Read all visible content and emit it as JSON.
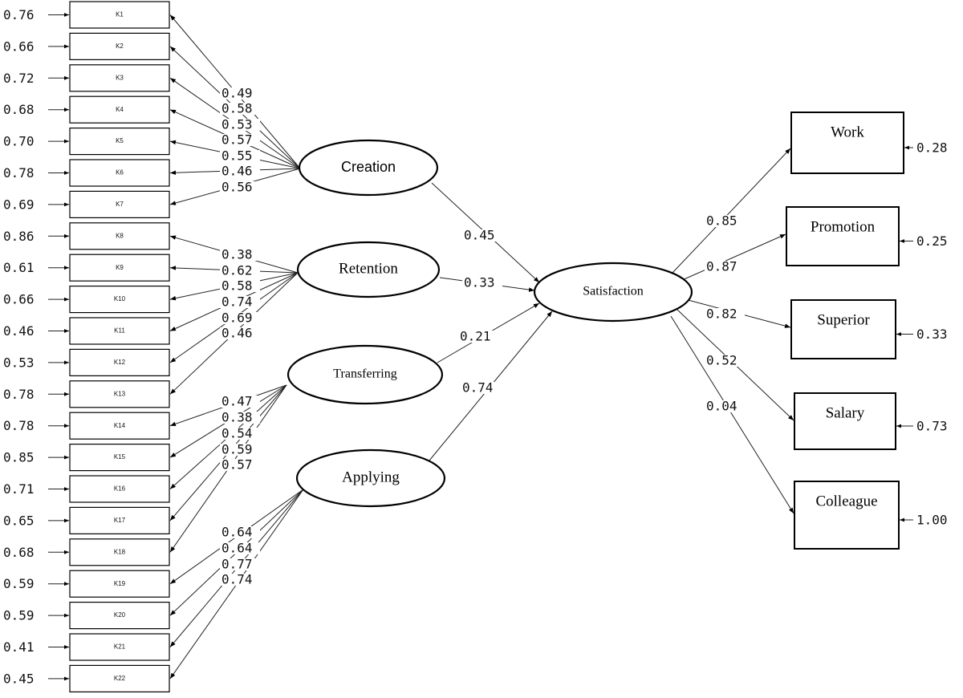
{
  "indicators": [
    {
      "label": "K1",
      "error": "0.76",
      "loading": "0.49",
      "factor": "creation"
    },
    {
      "label": "K2",
      "error": "0.66",
      "loading": "0.58",
      "factor": "creation"
    },
    {
      "label": "K3",
      "error": "0.72",
      "loading": "0.53",
      "factor": "creation"
    },
    {
      "label": "K4",
      "error": "0.68",
      "loading": "0.57",
      "factor": "creation"
    },
    {
      "label": "K5",
      "error": "0.70",
      "loading": "0.55",
      "factor": "creation"
    },
    {
      "label": "K6",
      "error": "0.78",
      "loading": "0.46",
      "factor": "creation"
    },
    {
      "label": "K7",
      "error": "0.69",
      "loading": "0.56",
      "factor": "creation"
    },
    {
      "label": "K8",
      "error": "0.86",
      "loading": "0.38",
      "factor": "retention"
    },
    {
      "label": "K9",
      "error": "0.61",
      "loading": "0.62",
      "factor": "retention"
    },
    {
      "label": "K10",
      "error": "0.66",
      "loading": "0.58",
      "factor": "retention"
    },
    {
      "label": "K11",
      "error": "0.46",
      "loading": "0.74",
      "factor": "retention"
    },
    {
      "label": "K12",
      "error": "0.53",
      "loading": "0.69",
      "factor": "retention"
    },
    {
      "label": "K13",
      "error": "0.78",
      "loading": "0.46",
      "factor": "retention"
    },
    {
      "label": "K14",
      "error": "0.78",
      "loading": "0.47",
      "factor": "transferring"
    },
    {
      "label": "K15",
      "error": "0.85",
      "loading": "0.38",
      "factor": "transferring"
    },
    {
      "label": "K16",
      "error": "0.71",
      "loading": "0.54",
      "factor": "transferring"
    },
    {
      "label": "K17",
      "error": "0.65",
      "loading": "0.59",
      "factor": "transferring"
    },
    {
      "label": "K18",
      "error": "0.68",
      "loading": "0.57",
      "factor": "transferring"
    },
    {
      "label": "K19",
      "error": "0.59",
      "loading": "0.64",
      "factor": "applying"
    },
    {
      "label": "K20",
      "error": "0.59",
      "loading": "0.64",
      "factor": "applying"
    },
    {
      "label": "K21",
      "error": "0.41",
      "loading": "0.77",
      "factor": "applying"
    },
    {
      "label": "K22",
      "error": "0.45",
      "loading": "0.74",
      "factor": "applying"
    }
  ],
  "latents": {
    "creation": {
      "label": "Creation",
      "path_to_satisfaction": "0.45"
    },
    "retention": {
      "label": "Retention",
      "path_to_satisfaction": "0.33"
    },
    "transferring": {
      "label": "Transferring",
      "path_to_satisfaction": "0.21"
    },
    "applying": {
      "label": "Applying",
      "path_to_satisfaction": "0.74"
    },
    "satisfaction": {
      "label": "Satisfaction"
    }
  },
  "outcomes": [
    {
      "label": "Work",
      "loading": "0.85",
      "error": "0.28"
    },
    {
      "label": "Promotion",
      "loading": "0.87",
      "error": "0.25"
    },
    {
      "label": "Superior",
      "loading": "0.82",
      "error": "0.33"
    },
    {
      "label": "Salary",
      "loading": "0.52",
      "error": "0.73"
    },
    {
      "label": "Colleague",
      "loading": "0.04",
      "error": "1.00"
    }
  ]
}
